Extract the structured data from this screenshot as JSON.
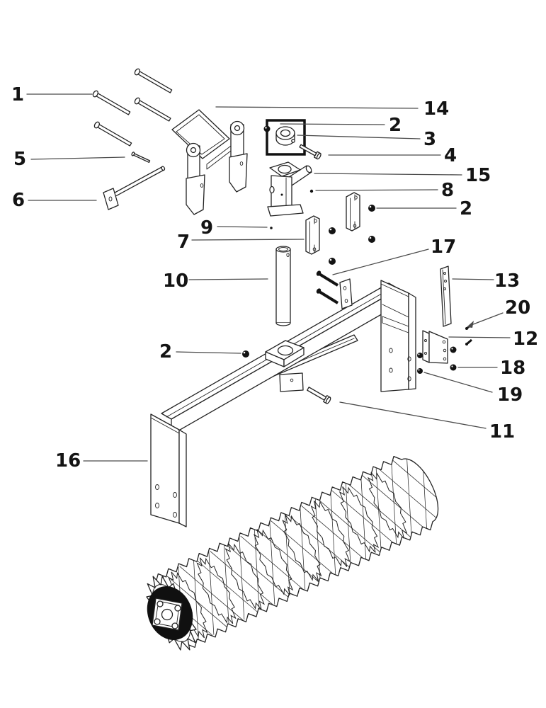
{
  "figure": {
    "type": "exploded-parts-diagram",
    "background_color": "#ffffff",
    "line_color": "#222222",
    "leader_line_color": "#4a4a4a",
    "hardware_color": "#131313"
  },
  "callouts": [
    {
      "number": "1"
    },
    {
      "number": "5"
    },
    {
      "number": "6"
    },
    {
      "number": "14"
    },
    {
      "number": "2"
    },
    {
      "number": "3"
    },
    {
      "number": "4"
    },
    {
      "number": "15"
    },
    {
      "number": "8"
    },
    {
      "number": "2"
    },
    {
      "number": "9"
    },
    {
      "number": "7"
    },
    {
      "number": "17"
    },
    {
      "number": "10"
    },
    {
      "number": "13"
    },
    {
      "number": "20"
    },
    {
      "number": "12"
    },
    {
      "number": "2"
    },
    {
      "number": "18"
    },
    {
      "number": "19"
    },
    {
      "number": "11"
    },
    {
      "number": "16"
    }
  ]
}
